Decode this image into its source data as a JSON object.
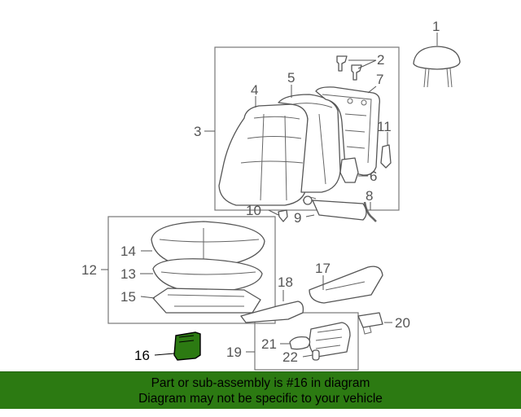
{
  "diagram": {
    "callouts": [
      "1",
      "2",
      "3",
      "4",
      "5",
      "6",
      "7",
      "8",
      "9",
      "10",
      "11",
      "12",
      "13",
      "14",
      "15",
      "16",
      "17",
      "18",
      "19",
      "20",
      "21",
      "22"
    ],
    "highlighted_part": "16"
  },
  "banner": {
    "line1": "Part or sub-assembly is #16 in diagram",
    "line2": "Diagram may not be specific to your vehicle",
    "background": "#2c7a12"
  },
  "colors": {
    "line_art": "#555555",
    "highlight": "#000000",
    "highlight_fill": "#2c7a12"
  }
}
